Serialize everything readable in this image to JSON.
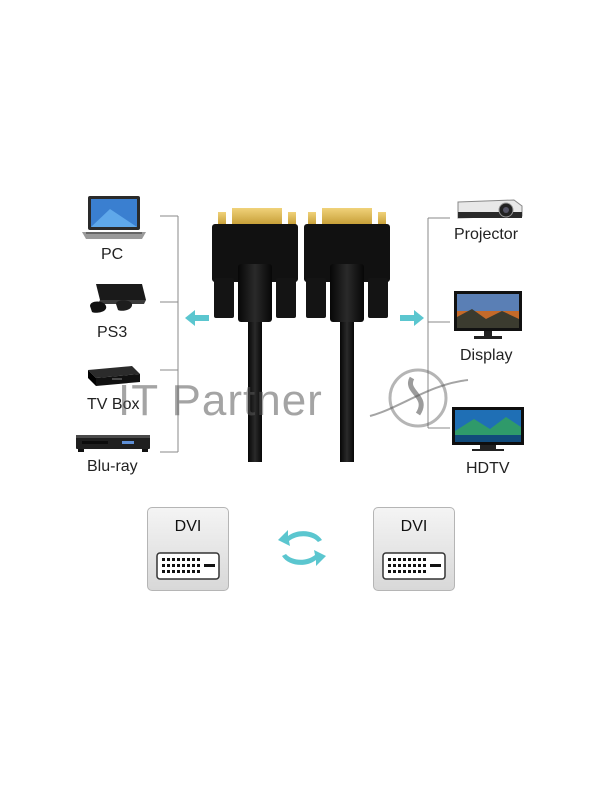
{
  "left_devices": [
    {
      "label": "PC",
      "icon": "laptop-icon"
    },
    {
      "label": "PS3",
      "icon": "game-console-icon"
    },
    {
      "label": "TV Box",
      "icon": "tv-box-icon"
    },
    {
      "label": "Blu-ray",
      "icon": "bluray-player-icon"
    }
  ],
  "right_devices": [
    {
      "label": "Projector",
      "icon": "projector-icon"
    },
    {
      "label": "Display",
      "icon": "monitor-icon"
    },
    {
      "label": "HDTV",
      "icon": "tv-icon"
    }
  ],
  "connectors": {
    "left_label": "DVI",
    "right_label": "DVI"
  },
  "watermark": {
    "text": "IT Partner"
  },
  "colors": {
    "arrow": "#5bc6cf",
    "cable": "#1a1a1a",
    "gold": "#d9b24a"
  }
}
